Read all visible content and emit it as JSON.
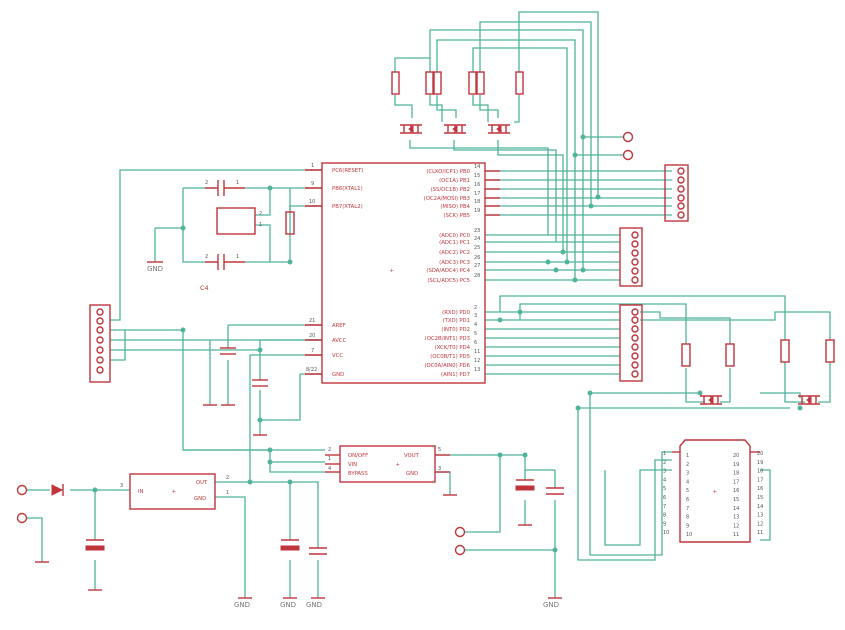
{
  "mcu": {
    "left_pins": [
      {
        "label": "PC6(RESET)",
        "num": "1"
      },
      {
        "label": "PB6(XTAL1)",
        "num": "9"
      },
      {
        "label": "PB7(XTAL2)",
        "num": "10"
      },
      {
        "label": "AREF",
        "num": "21"
      },
      {
        "label": "AVCC",
        "num": "20"
      },
      {
        "label": "VCC",
        "num": "7"
      },
      {
        "label": "GND",
        "num": "8/22"
      }
    ],
    "portb": [
      {
        "label": "(CLKO/ICP1) PB0",
        "num": "14"
      },
      {
        "label": "(OC1A) PB1",
        "num": "15"
      },
      {
        "label": "(SS/OC1B) PB2",
        "num": "16"
      },
      {
        "label": "(OC2A/MOSI) PB3",
        "num": "17"
      },
      {
        "label": "(MISO) PB4",
        "num": "18"
      },
      {
        "label": "(SCK) PB5",
        "num": "19"
      }
    ],
    "portc": [
      {
        "label": "(ADC0) PC0",
        "num": "23"
      },
      {
        "label": "(ADC1) PC1",
        "num": "24"
      },
      {
        "label": "(ADC2) PC2",
        "num": "25"
      },
      {
        "label": "(ADC3) PC3",
        "num": "26"
      },
      {
        "label": "(SDA/ADC4) PC4",
        "num": "27"
      },
      {
        "label": "(SCL/ADC5) PC5",
        "num": "28"
      }
    ],
    "portd": [
      {
        "label": "(RXD) PD0",
        "num": "2"
      },
      {
        "label": "(TXD) PD1",
        "num": "3"
      },
      {
        "label": "(INT0) PD2",
        "num": "4"
      },
      {
        "label": "(OC2B/INT1) PD3",
        "num": "5"
      },
      {
        "label": "(XCK/T0) PD4",
        "num": "6"
      },
      {
        "label": "(OC0B/T1) PD5",
        "num": "11"
      },
      {
        "label": "(OC0A/AIN0) PD6",
        "num": "12"
      },
      {
        "label": "(AIN1) PD7",
        "num": "13"
      }
    ]
  },
  "crystal_label": "C4",
  "ldo": {
    "onoff": "ON/OFF",
    "vin": "VIN",
    "bypass": "BYPASS",
    "vout": "VOUT",
    "gnd": "GND",
    "pins": [
      "2",
      "1",
      "4",
      "5",
      "3"
    ]
  },
  "regulator": {
    "in": "IN",
    "out": "OUT",
    "gnd": "GND",
    "pins": [
      "3",
      "2",
      "1"
    ]
  },
  "socket": {
    "left_nums": [
      "1",
      "2",
      "3",
      "4",
      "5",
      "6",
      "7",
      "8",
      "9",
      "10"
    ],
    "right_nums": [
      "20",
      "19",
      "18",
      "17",
      "16",
      "15",
      "14",
      "13",
      "12",
      "11"
    ],
    "outer_left": [
      "1",
      "2",
      "3",
      "4",
      "5",
      "6",
      "7",
      "8",
      "9",
      "10"
    ],
    "outer_right": [
      "20",
      "19",
      "18",
      "17",
      "16",
      "15",
      "14",
      "13",
      "12",
      "11"
    ]
  },
  "gnd_labels": [
    "GND",
    "GND",
    "GND",
    "GND",
    "GND"
  ]
}
